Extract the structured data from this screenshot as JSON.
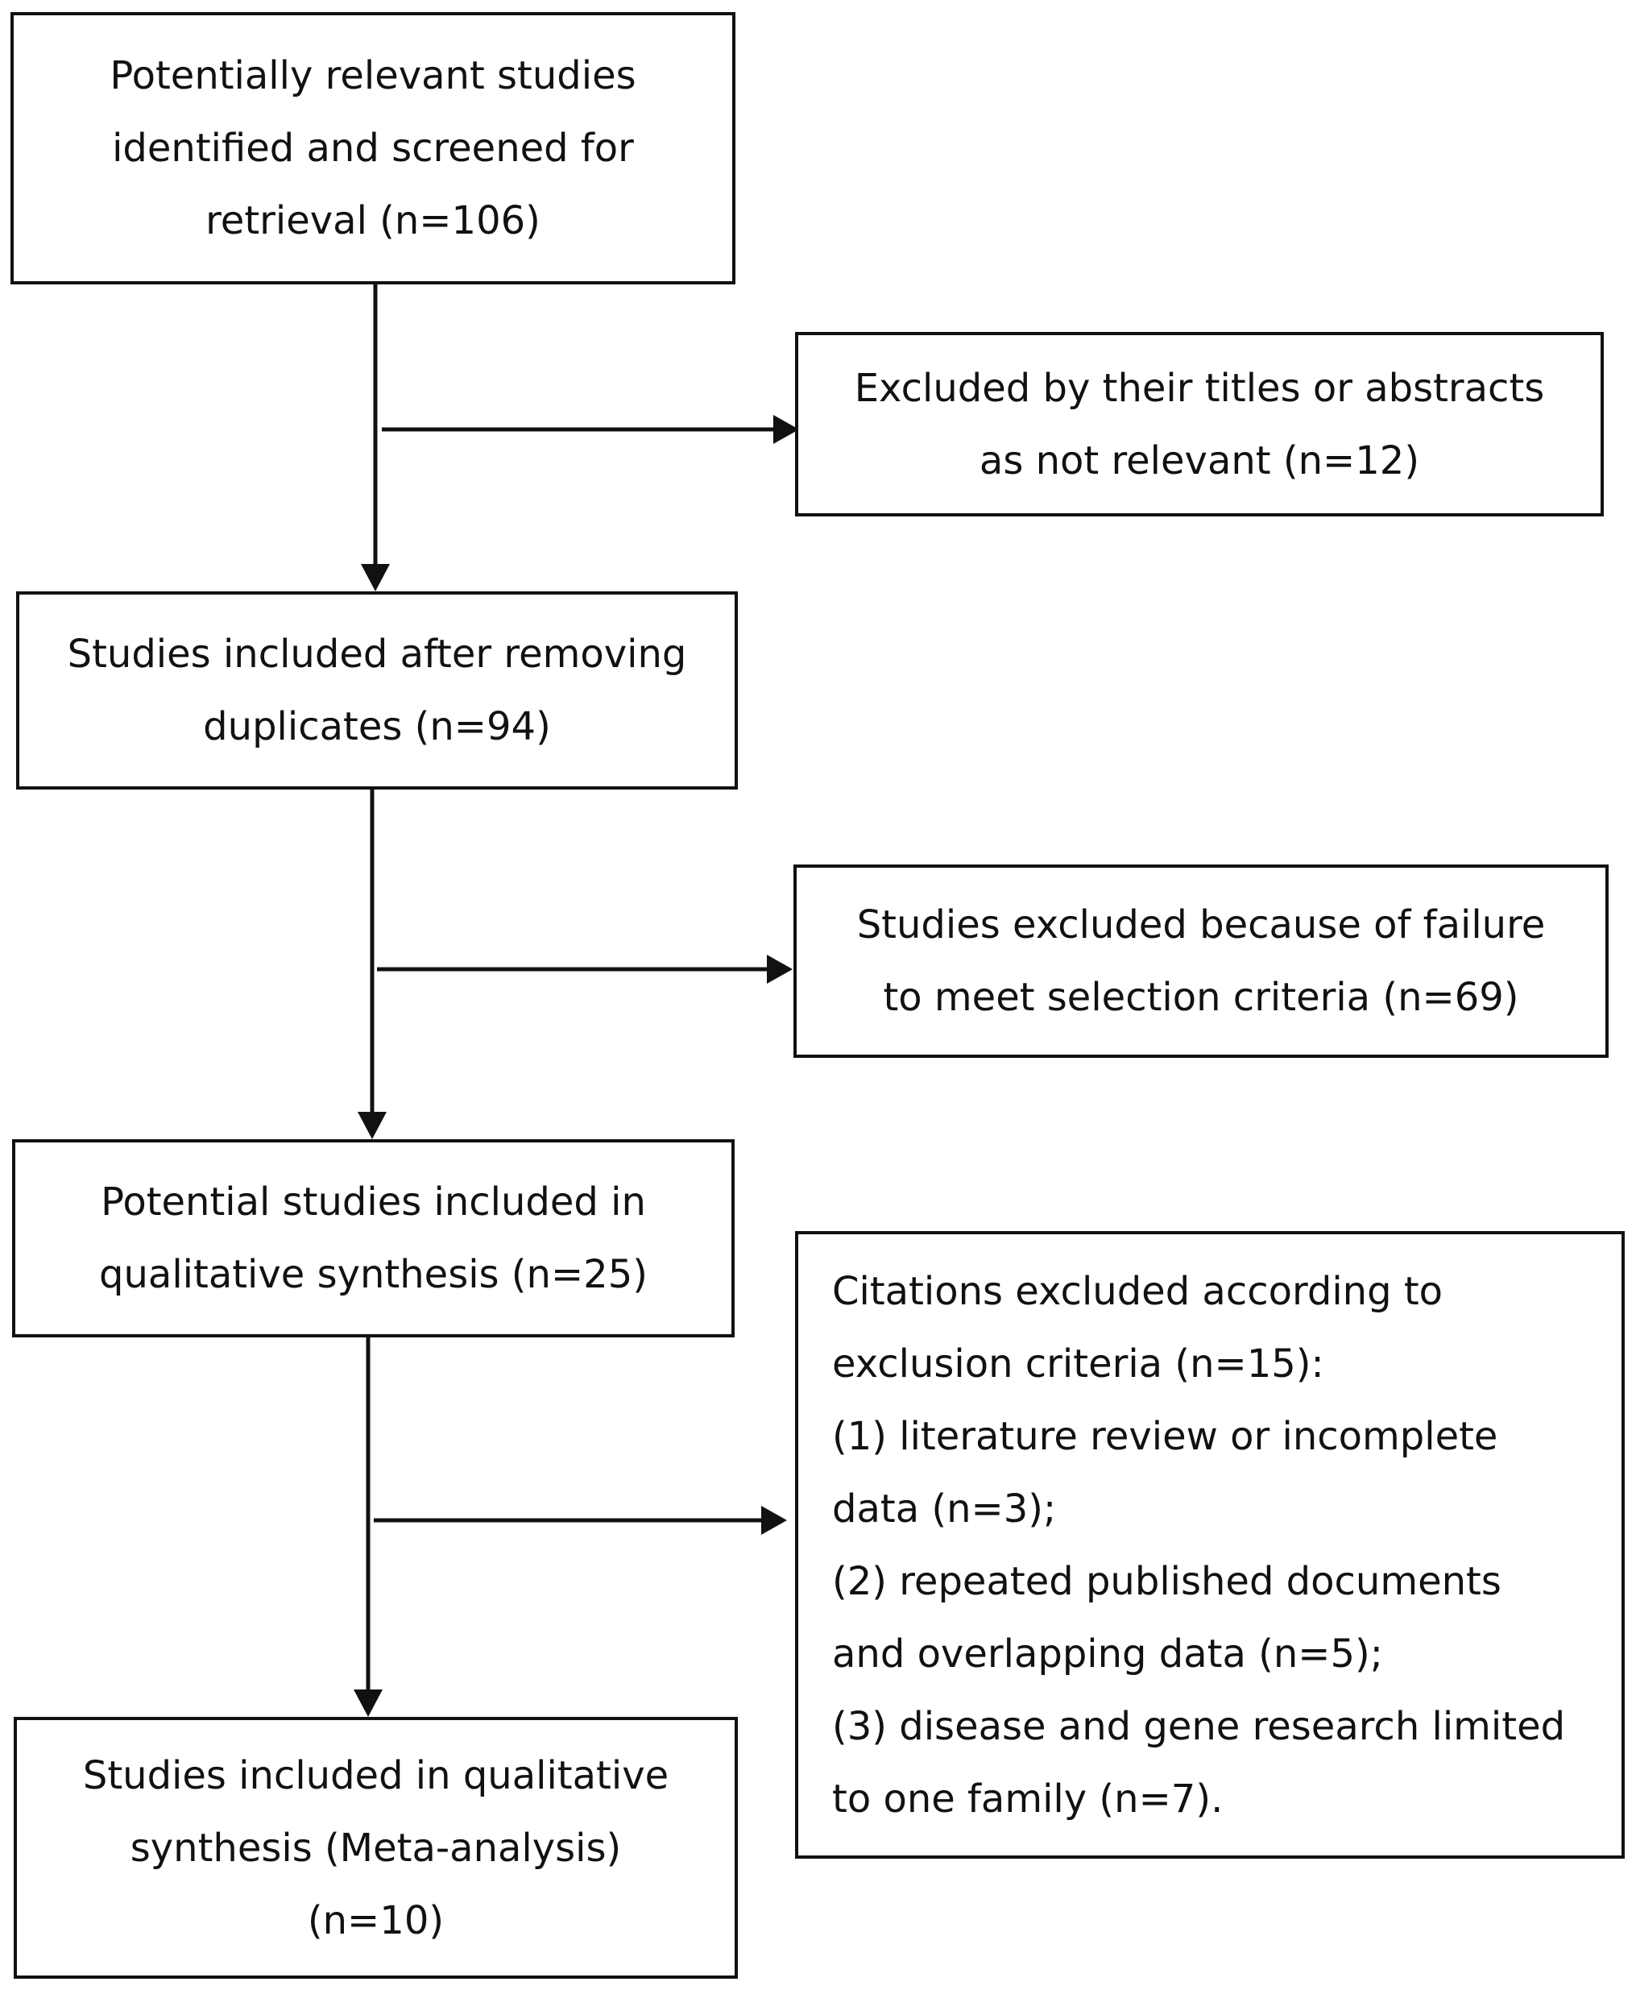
{
  "flowchart": {
    "main": [
      {
        "lines": [
          "Potentially relevant studies",
          "identified and screened for",
          "retrieval (n=106)"
        ]
      },
      {
        "lines": [
          "Studies included after removing",
          "duplicates (n=94)"
        ]
      },
      {
        "lines": [
          "Potential studies included in",
          "qualitative synthesis (n=25)"
        ]
      },
      {
        "lines": [
          "Studies included in qualitative",
          "synthesis (Meta-analysis)",
          "(n=10)"
        ]
      }
    ],
    "excluded": [
      {
        "lines": [
          "Excluded by their titles or abstracts",
          "as not relevant (n=12)"
        ]
      },
      {
        "lines": [
          "Studies excluded because of failure",
          "to meet selection criteria (n=69)"
        ]
      },
      {
        "lines": [
          "Citations excluded according to",
          "exclusion criteria (n=15):",
          "(1) literature review or incomplete",
          "data (n=3);",
          "(2) repeated published documents",
          "and overlapping data (n=5);",
          "(3) disease and gene research limited",
          "to one family (n=7)."
        ]
      }
    ]
  }
}
